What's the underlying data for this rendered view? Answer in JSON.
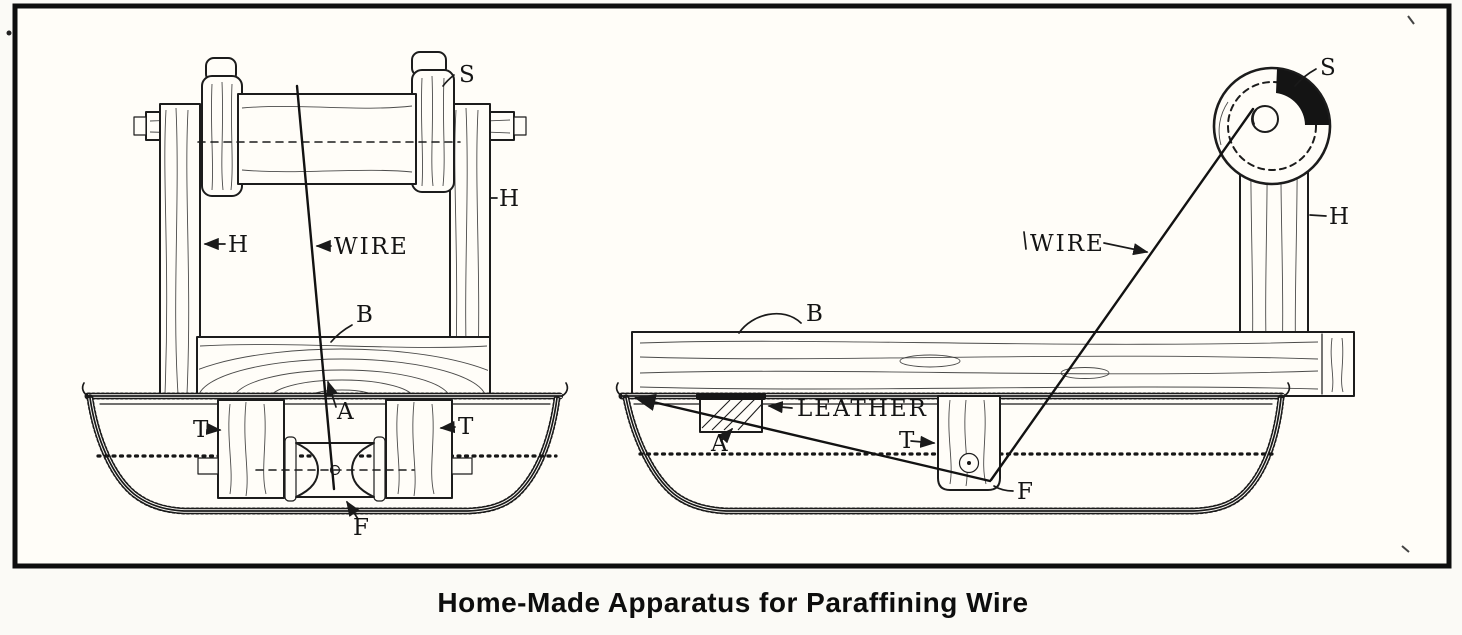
{
  "caption": "Home-Made Apparatus for Paraffining Wire",
  "colors": {
    "ink": "#1a1a1a",
    "paper": "#fffdf8"
  },
  "figures": {
    "front_view": {
      "labels": {
        "spool": "S",
        "upright_left": "H",
        "upright_right": "H",
        "wire": "WIRE",
        "board": "B",
        "hole": "A",
        "block_left": "T",
        "block_right": "T",
        "pulley": "F"
      }
    },
    "side_view": {
      "labels": {
        "spool": "S",
        "upright": "H",
        "wire": "WIRE",
        "board": "B",
        "leather": "LEATHER",
        "block": "A",
        "support": "T",
        "pulley": "F"
      }
    }
  }
}
